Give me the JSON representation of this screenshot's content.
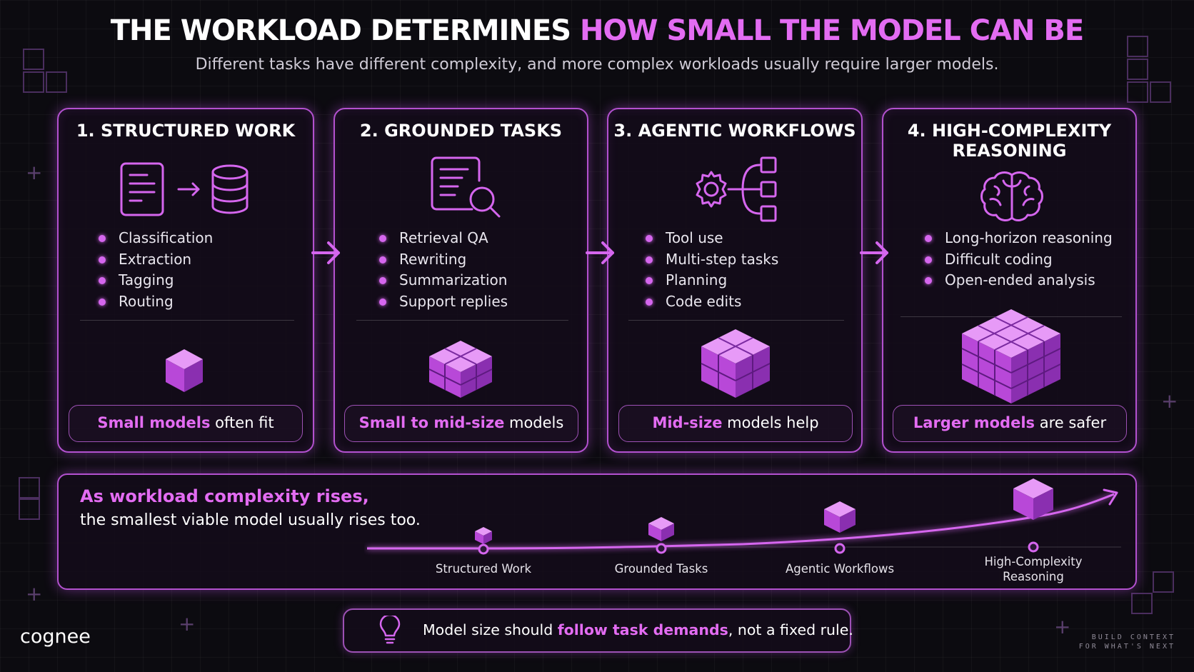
{
  "header": {
    "title_main": "THE WORKLOAD DETERMINES ",
    "title_highlight": "HOW SMALL THE MODEL CAN BE",
    "subtitle": "Different tasks have different complexity, and more complex workloads usually require larger models."
  },
  "cards": [
    {
      "title": "1. STRUCTURED WORK",
      "icon": "document-to-database-icon",
      "bullets": [
        "Classification",
        "Extraction",
        "Tagging",
        "Routing"
      ],
      "pill_highlight": "Small models",
      "pill_rest": " often fit"
    },
    {
      "title": "2. GROUNDED TASKS",
      "icon": "document-search-icon",
      "bullets": [
        "Retrieval QA",
        "Rewriting",
        "Summarization",
        "Support replies"
      ],
      "pill_highlight": "Small to mid-size",
      "pill_rest": " models"
    },
    {
      "title": "3. AGENTIC WORKFLOWS",
      "icon": "gear-workflow-icon",
      "bullets": [
        "Tool use",
        "Multi-step tasks",
        "Planning",
        "Code edits"
      ],
      "pill_highlight": "Mid-size",
      "pill_rest": " models help"
    },
    {
      "title_line1": "4. HIGH-COMPLEXITY",
      "title_line2": "REASONING",
      "icon": "brain-icon",
      "bullets": [
        "Long-horizon reasoning",
        "Difficult coding",
        "Open-ended analysis"
      ],
      "pill_highlight": "Larger models",
      "pill_rest": " are safer"
    }
  ],
  "panel": {
    "headline": "As workload complexity rises,",
    "subline": "the smallest viable model usually rises too.",
    "stages": [
      "Structured Work",
      "Grounded Tasks",
      "Agentic Workflows",
      "High-Complexity Reasoning"
    ],
    "stage4_line1": "High-Complexity",
    "stage4_line2": "Reasoning"
  },
  "note": {
    "icon": "lightbulb-icon",
    "text_before": "Model size should ",
    "text_highlight": "follow task demands",
    "text_after": ", not a fixed rule."
  },
  "brand": {
    "logo": "cognee",
    "tagline_line1": "BUILD CONTEXT",
    "tagline_line2": "FOR WHAT'S NEXT"
  },
  "colors": {
    "accent": "#e36cf2",
    "border": "#b351cf",
    "background": "#0c0b10"
  }
}
